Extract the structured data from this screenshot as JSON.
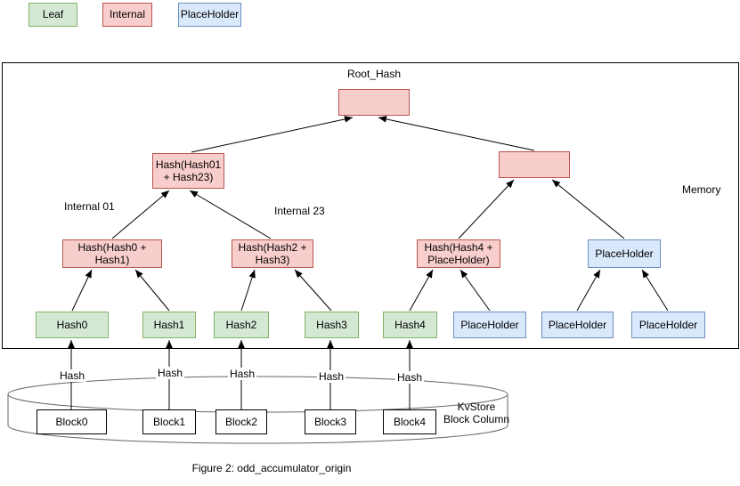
{
  "legend": {
    "items": [
      {
        "label": "Leaf"
      },
      {
        "label": "Internal"
      },
      {
        "label": "PlaceHolder"
      }
    ]
  },
  "diagram": {
    "memory_label": "Memory",
    "root_label": "Root_Hash",
    "internal01_label": "Internal 01",
    "internal23_label": "Internal 23",
    "nodes": {
      "root": "",
      "l2_left": "Hash(Hash01\n+ Hash23)",
      "l2_right": "",
      "l3": [
        "Hash(Hash0 +\nHash1)",
        "Hash(Hash2 +\nHash3)",
        "Hash(Hash4 +\nPlaceHolder)",
        "PlaceHolder"
      ],
      "leaves": [
        "Hash0",
        "Hash1",
        "Hash2",
        "Hash3",
        "Hash4",
        "PlaceHolder",
        "PlaceHolder",
        "PlaceHolder"
      ]
    }
  },
  "kvstore": {
    "label": "KvStore\nBlock Column",
    "blocks": [
      "Block0",
      "Block1",
      "Block2",
      "Block3",
      "Block4"
    ],
    "edge_labels": [
      "Hash",
      "Hash",
      "Hash",
      "Hash",
      "Hash"
    ]
  },
  "caption": "Figure 2: odd_accumulator_origin",
  "colors": {
    "leaf_fill": "#d5e8d4",
    "leaf_stroke": "#82b366",
    "internal_fill": "#f8cecc",
    "internal_stroke": "#b85450",
    "placeholder_fill": "#dae8fc",
    "placeholder_stroke": "#6c8ebf"
  }
}
